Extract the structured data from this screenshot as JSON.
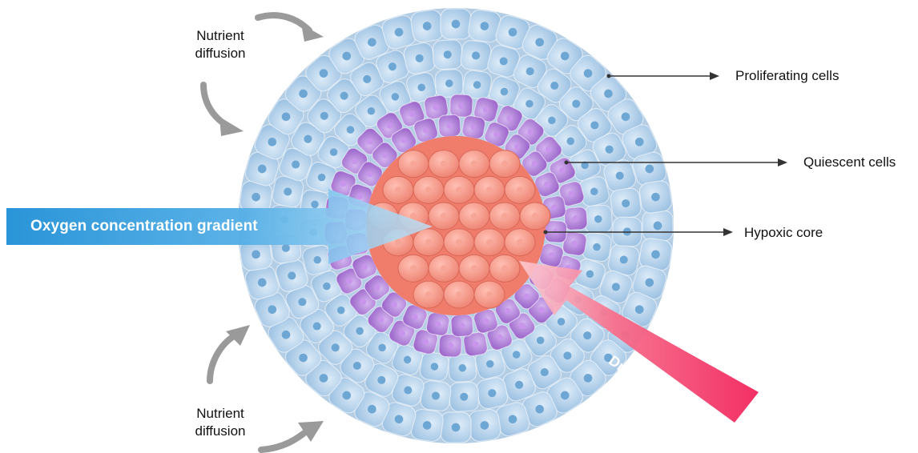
{
  "labels": {
    "nutrient_top_line1": "Nutrient",
    "nutrient_top_line2": "diffusion",
    "nutrient_bottom_line1": "Nutrient",
    "nutrient_bottom_line2": "diffusion",
    "proliferating": "Proliferating cells",
    "quiescent": "Quiescent cells",
    "hypoxic": "Hypoxic core",
    "oxygen": "Oxygen concentration gradient",
    "drug": "Drug penetration"
  },
  "colors": {
    "proliferating_cell": "#b8d4ea",
    "quiescent_cell": "#b07fd6",
    "hypoxic_cell": "#f39a8a",
    "oxygen_arrow_start": "#1e8fd6",
    "oxygen_arrow_end": "#a9d9f5",
    "drug_arrow_start": "#ffc6cc",
    "drug_arrow_end": "#f2245c",
    "nutrient_arrow": "#9a9a9a"
  }
}
